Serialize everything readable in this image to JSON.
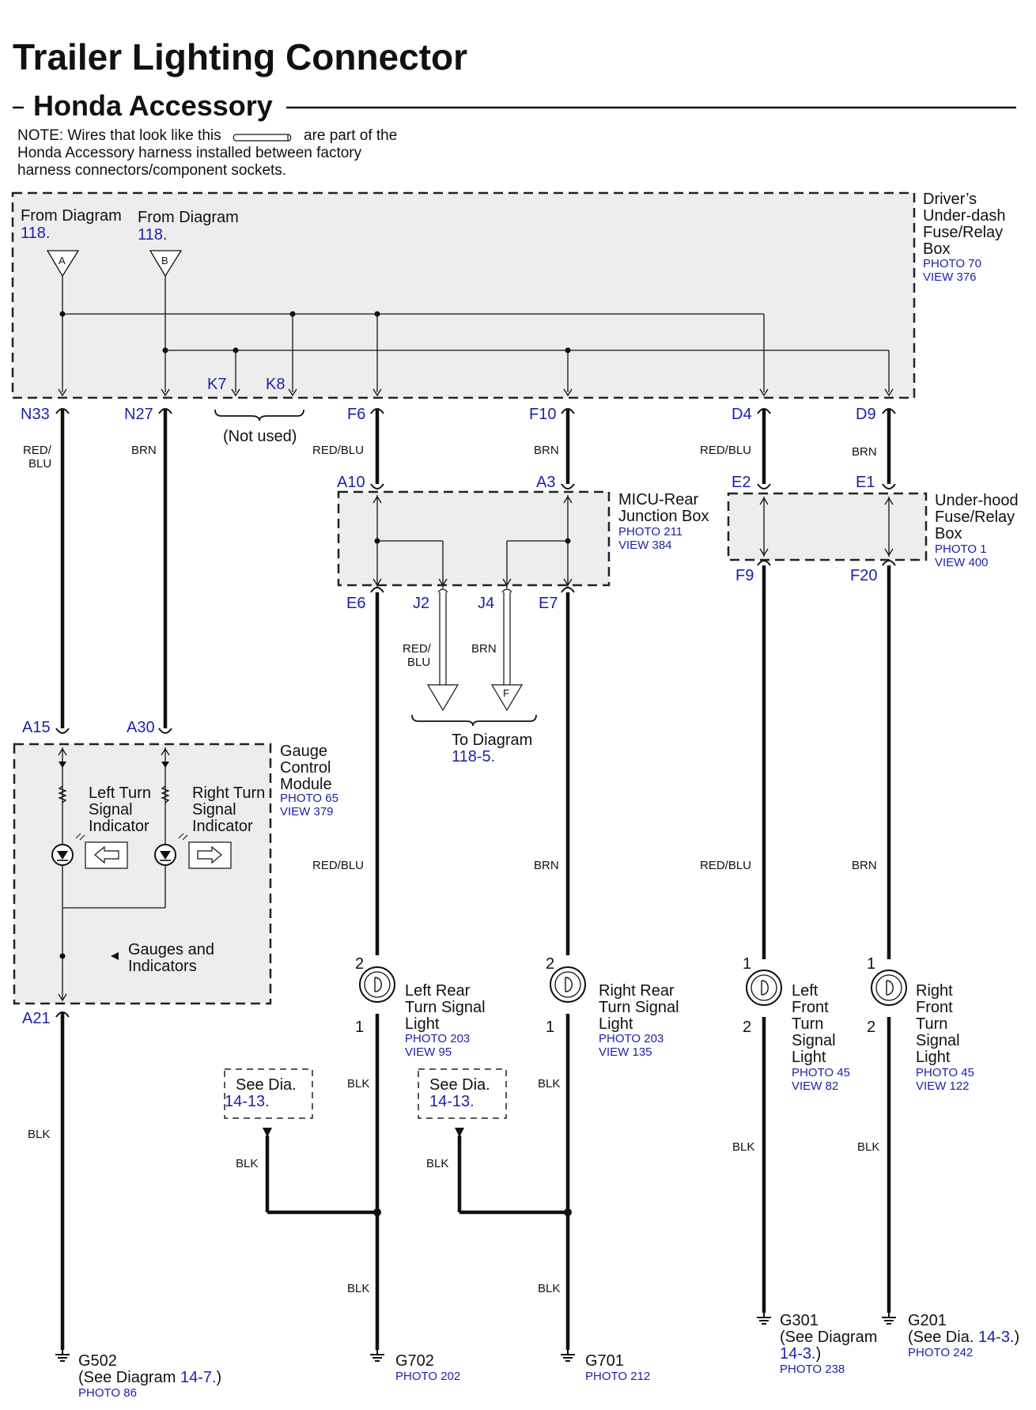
{
  "title": "Trailer Lighting Connector",
  "subtitle": "Honda Accessory",
  "note": {
    "line1a": "NOTE: Wires that look like this",
    "line1b": "are part of the",
    "line2": "Honda Accessory harness installed between factory",
    "line3": "harness connectors/component sockets."
  },
  "from_a": {
    "label": "From Diagram",
    "ref": "118.",
    "symbol": "A"
  },
  "from_b": {
    "label": "From Diagram",
    "ref": "118.",
    "symbol": "B"
  },
  "fuse_dash": {
    "l1": "Driver’s",
    "l2": "Under-dash",
    "l3": "Fuse/Relay",
    "l4": "Box",
    "photo": "PHOTO 70",
    "view": "VIEW 376"
  },
  "pins": {
    "k7": "K7",
    "k8": "K8",
    "n33": "N33",
    "n27": "N27",
    "f6": "F6",
    "f10": "F10",
    "d4": "D4",
    "d9": "D9",
    "a10": "A10",
    "a3": "A3",
    "e2": "E2",
    "e1": "E1",
    "f9": "F9",
    "f20": "F20",
    "e6": "E6",
    "j2": "J2",
    "j4": "J4",
    "e7": "E7",
    "a15": "A15",
    "a30": "A30",
    "a21": "A21"
  },
  "not_used": "(Not used)",
  "wires": {
    "red_blu_1": "RED/",
    "red_blu_2": "BLU",
    "red_blu": "RED/BLU",
    "brn": "BRN",
    "blk": "BLK"
  },
  "micu": {
    "l1": "MICU-Rear",
    "l2": "Junction Box",
    "photo": "PHOTO 211",
    "view": "VIEW 384"
  },
  "underhood": {
    "l1": "Under-hood",
    "l2": "Fuse/Relay",
    "l3": "Box",
    "photo": "PHOTO 1",
    "view": "VIEW 400"
  },
  "to_diagram": {
    "label": "To Diagram",
    "ref": "118-5.",
    "symbol": "F"
  },
  "gauge": {
    "l1": "Gauge",
    "l2": "Control",
    "l3": "Module",
    "photo": "PHOTO 65",
    "view": "VIEW 379"
  },
  "left_ind": {
    "l1": "Left Turn",
    "l2": "Signal",
    "l3": "Indicator"
  },
  "right_ind": {
    "l1": "Right Turn",
    "l2": "Signal",
    "l3": "Indicator"
  },
  "gauges_ind": {
    "l1": "Gauges and",
    "l2": "Indicators"
  },
  "lr_light": {
    "l1": "Left Rear",
    "l2": "Turn Signal",
    "l3": "Light",
    "photo": "PHOTO 203",
    "view": "VIEW 95",
    "pin_top": "2",
    "pin_bot": "1"
  },
  "rr_light": {
    "l1": "Right Rear",
    "l2": "Turn Signal",
    "l3": "Light",
    "photo": "PHOTO 203",
    "view": "VIEW 135",
    "pin_top": "2",
    "pin_bot": "1"
  },
  "lf_light": {
    "l1": "Left",
    "l2": "Front",
    "l3": "Turn",
    "l4": "Signal",
    "l5": "Light",
    "photo": "PHOTO 45",
    "view": "VIEW 82",
    "pin_top": "1",
    "pin_bot": "2"
  },
  "rf_light": {
    "l1": "Right",
    "l2": "Front",
    "l3": "Turn",
    "l4": "Signal",
    "l5": "Light",
    "photo": "PHOTO 45",
    "view": "VIEW 122",
    "pin_top": "1",
    "pin_bot": "2"
  },
  "see_dia": {
    "label": "See  Dia.",
    "ref": "14-13."
  },
  "g502": {
    "name": "G502",
    "see": "(See Diagram",
    "ref": "14-7.",
    "close": ")",
    "photo": "PHOTO 86"
  },
  "g702": {
    "name": "G702",
    "photo": "PHOTO 202"
  },
  "g701": {
    "name": "G701",
    "photo": "PHOTO 212"
  },
  "g301": {
    "name": "G301",
    "see": "(See Diagram",
    "ref": "14-3.",
    "close": ")",
    "photo": "PHOTO 238"
  },
  "g201": {
    "name": "G201",
    "see": "(See  Dia.",
    "ref": "14-3.",
    "close": ")",
    "photo": "PHOTO 242"
  }
}
